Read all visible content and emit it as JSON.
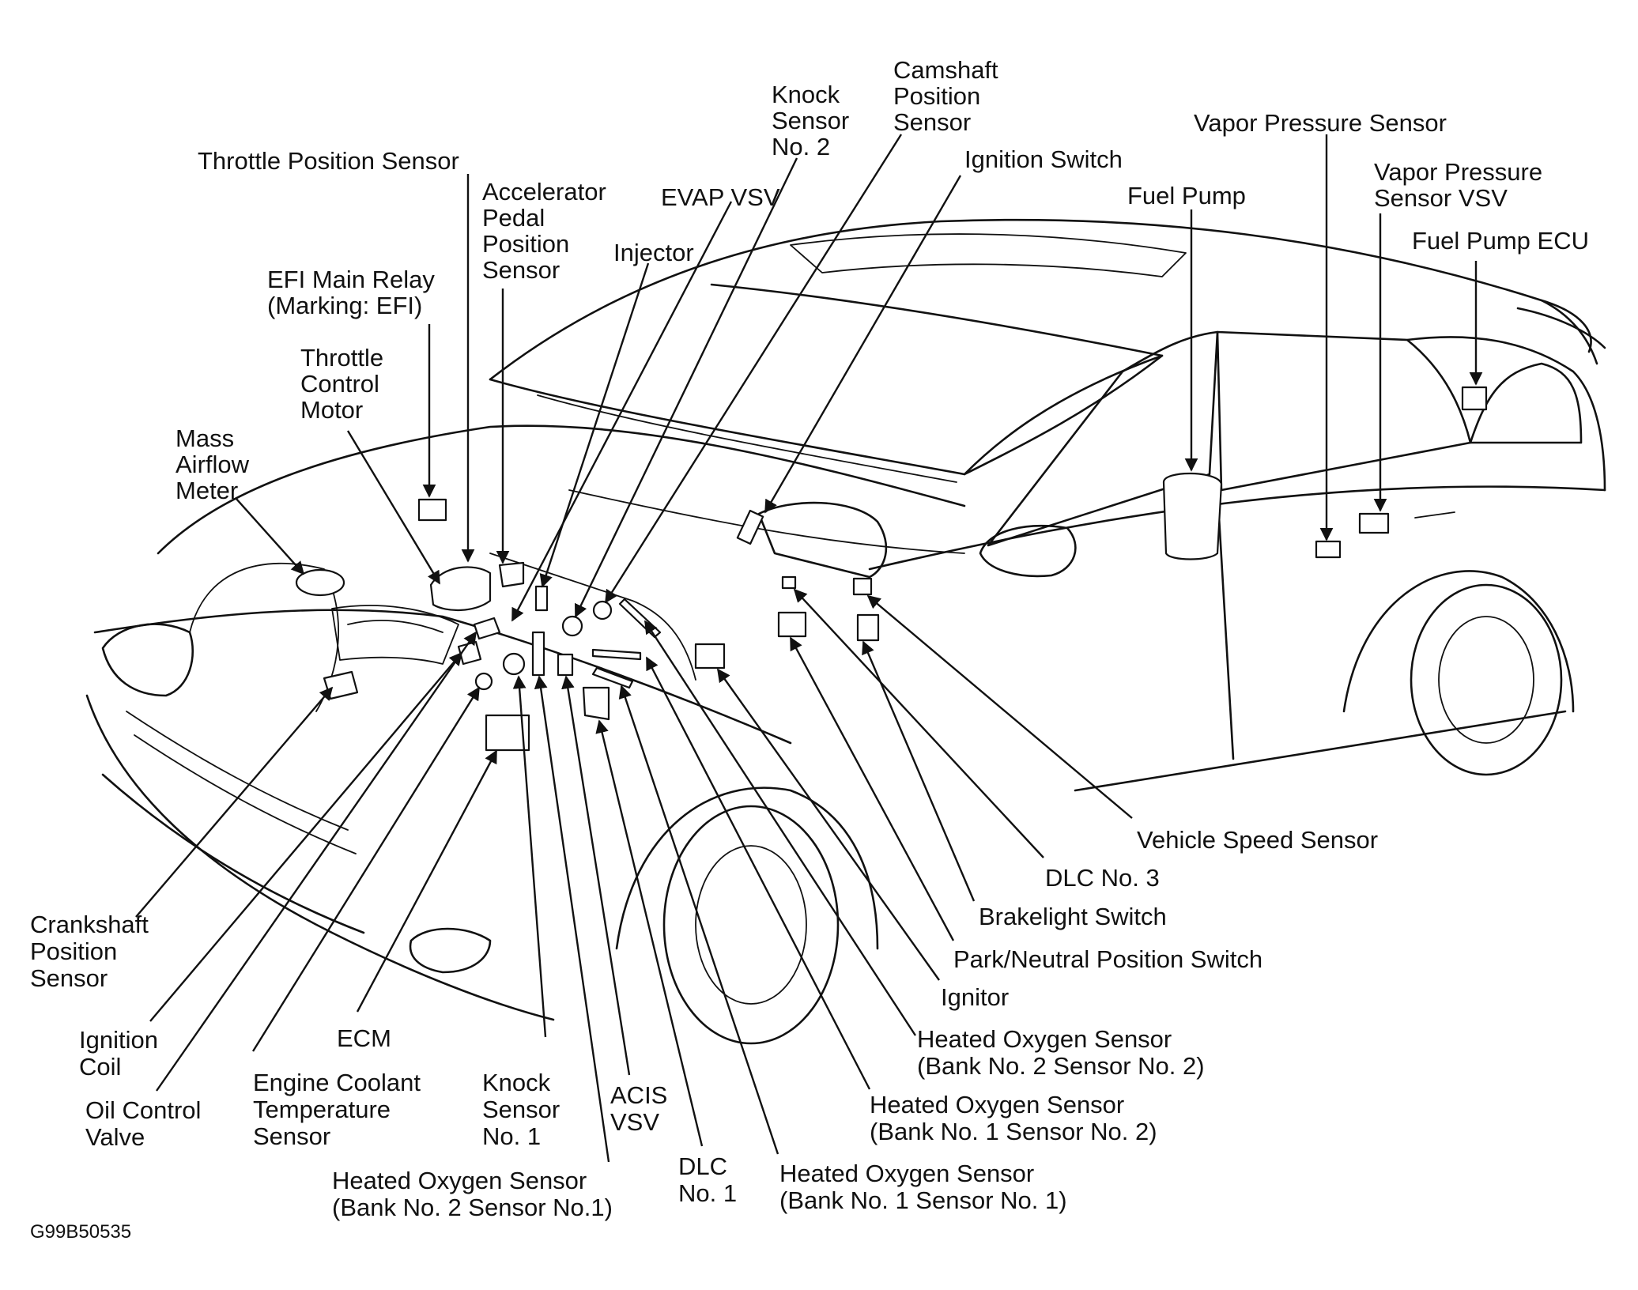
{
  "diagram_code": "G99B50535",
  "labels": [
    {
      "key": "throttle_position_sensor",
      "lines": [
        "Throttle Position Sensor"
      ]
    },
    {
      "key": "accelerator_pedal_position_sensor",
      "lines": [
        "Accelerator",
        "Pedal",
        "Position",
        "Sensor"
      ]
    },
    {
      "key": "efi_main_relay",
      "lines": [
        "EFI Main Relay",
        "(Marking: EFI)"
      ]
    },
    {
      "key": "throttle_control_motor",
      "lines": [
        "Throttle",
        "Control",
        "Motor"
      ]
    },
    {
      "key": "mass_airflow_meter",
      "lines": [
        "Mass",
        "Airflow",
        "Meter"
      ]
    },
    {
      "key": "injector",
      "lines": [
        "Injector"
      ]
    },
    {
      "key": "evap_vsv",
      "lines": [
        "EVAP VSV"
      ]
    },
    {
      "key": "knock_sensor_2",
      "lines": [
        "Knock",
        "Sensor",
        "No. 2"
      ]
    },
    {
      "key": "camshaft_position_sensor",
      "lines": [
        "Camshaft",
        "Position",
        "Sensor"
      ]
    },
    {
      "key": "ignition_switch",
      "lines": [
        "Ignition Switch"
      ]
    },
    {
      "key": "fuel_pump",
      "lines": [
        "Fuel Pump"
      ]
    },
    {
      "key": "vapor_pressure_sensor",
      "lines": [
        "Vapor Pressure Sensor"
      ]
    },
    {
      "key": "vapor_pressure_sensor_vsv",
      "lines": [
        "Vapor Pressure",
        "Sensor VSV"
      ]
    },
    {
      "key": "fuel_pump_ecu",
      "lines": [
        "Fuel Pump ECU"
      ]
    },
    {
      "key": "vehicle_speed_sensor",
      "lines": [
        "Vehicle Speed Sensor"
      ]
    },
    {
      "key": "dlc_3",
      "lines": [
        "DLC No. 3"
      ]
    },
    {
      "key": "brakelight_switch",
      "lines": [
        "Brakelight Switch"
      ]
    },
    {
      "key": "park_neutral_switch",
      "lines": [
        "Park/Neutral Position Switch"
      ]
    },
    {
      "key": "ignitor",
      "lines": [
        "Ignitor"
      ]
    },
    {
      "key": "ho2s_b2s2",
      "lines": [
        "Heated Oxygen Sensor",
        "(Bank No. 2 Sensor No. 2)"
      ]
    },
    {
      "key": "ho2s_b1s2",
      "lines": [
        "Heated Oxygen Sensor",
        "(Bank No. 1 Sensor No. 2)"
      ]
    },
    {
      "key": "ho2s_b1s1",
      "lines": [
        "Heated Oxygen Sensor",
        "(Bank No. 1 Sensor No. 1)"
      ]
    },
    {
      "key": "dlc_1",
      "lines": [
        "DLC",
        "No. 1"
      ]
    },
    {
      "key": "acis_vsv",
      "lines": [
        "ACIS",
        "VSV"
      ]
    },
    {
      "key": "ho2s_b2s1",
      "lines": [
        "Heated Oxygen Sensor",
        "(Bank No. 2 Sensor No.1)"
      ]
    },
    {
      "key": "knock_sensor_1",
      "lines": [
        "Knock",
        "Sensor",
        "No. 1"
      ]
    },
    {
      "key": "engine_coolant_temperature_sensor",
      "lines": [
        "Engine Coolant",
        "Temperature",
        "Sensor"
      ]
    },
    {
      "key": "ecm",
      "lines": [
        "ECM"
      ]
    },
    {
      "key": "oil_control_valve",
      "lines": [
        "Oil Control",
        "Valve"
      ]
    },
    {
      "key": "ignition_coil",
      "lines": [
        "Ignition",
        "Coil"
      ]
    },
    {
      "key": "crankshaft_position_sensor",
      "lines": [
        "Crankshaft",
        "Position",
        "Sensor"
      ]
    }
  ]
}
